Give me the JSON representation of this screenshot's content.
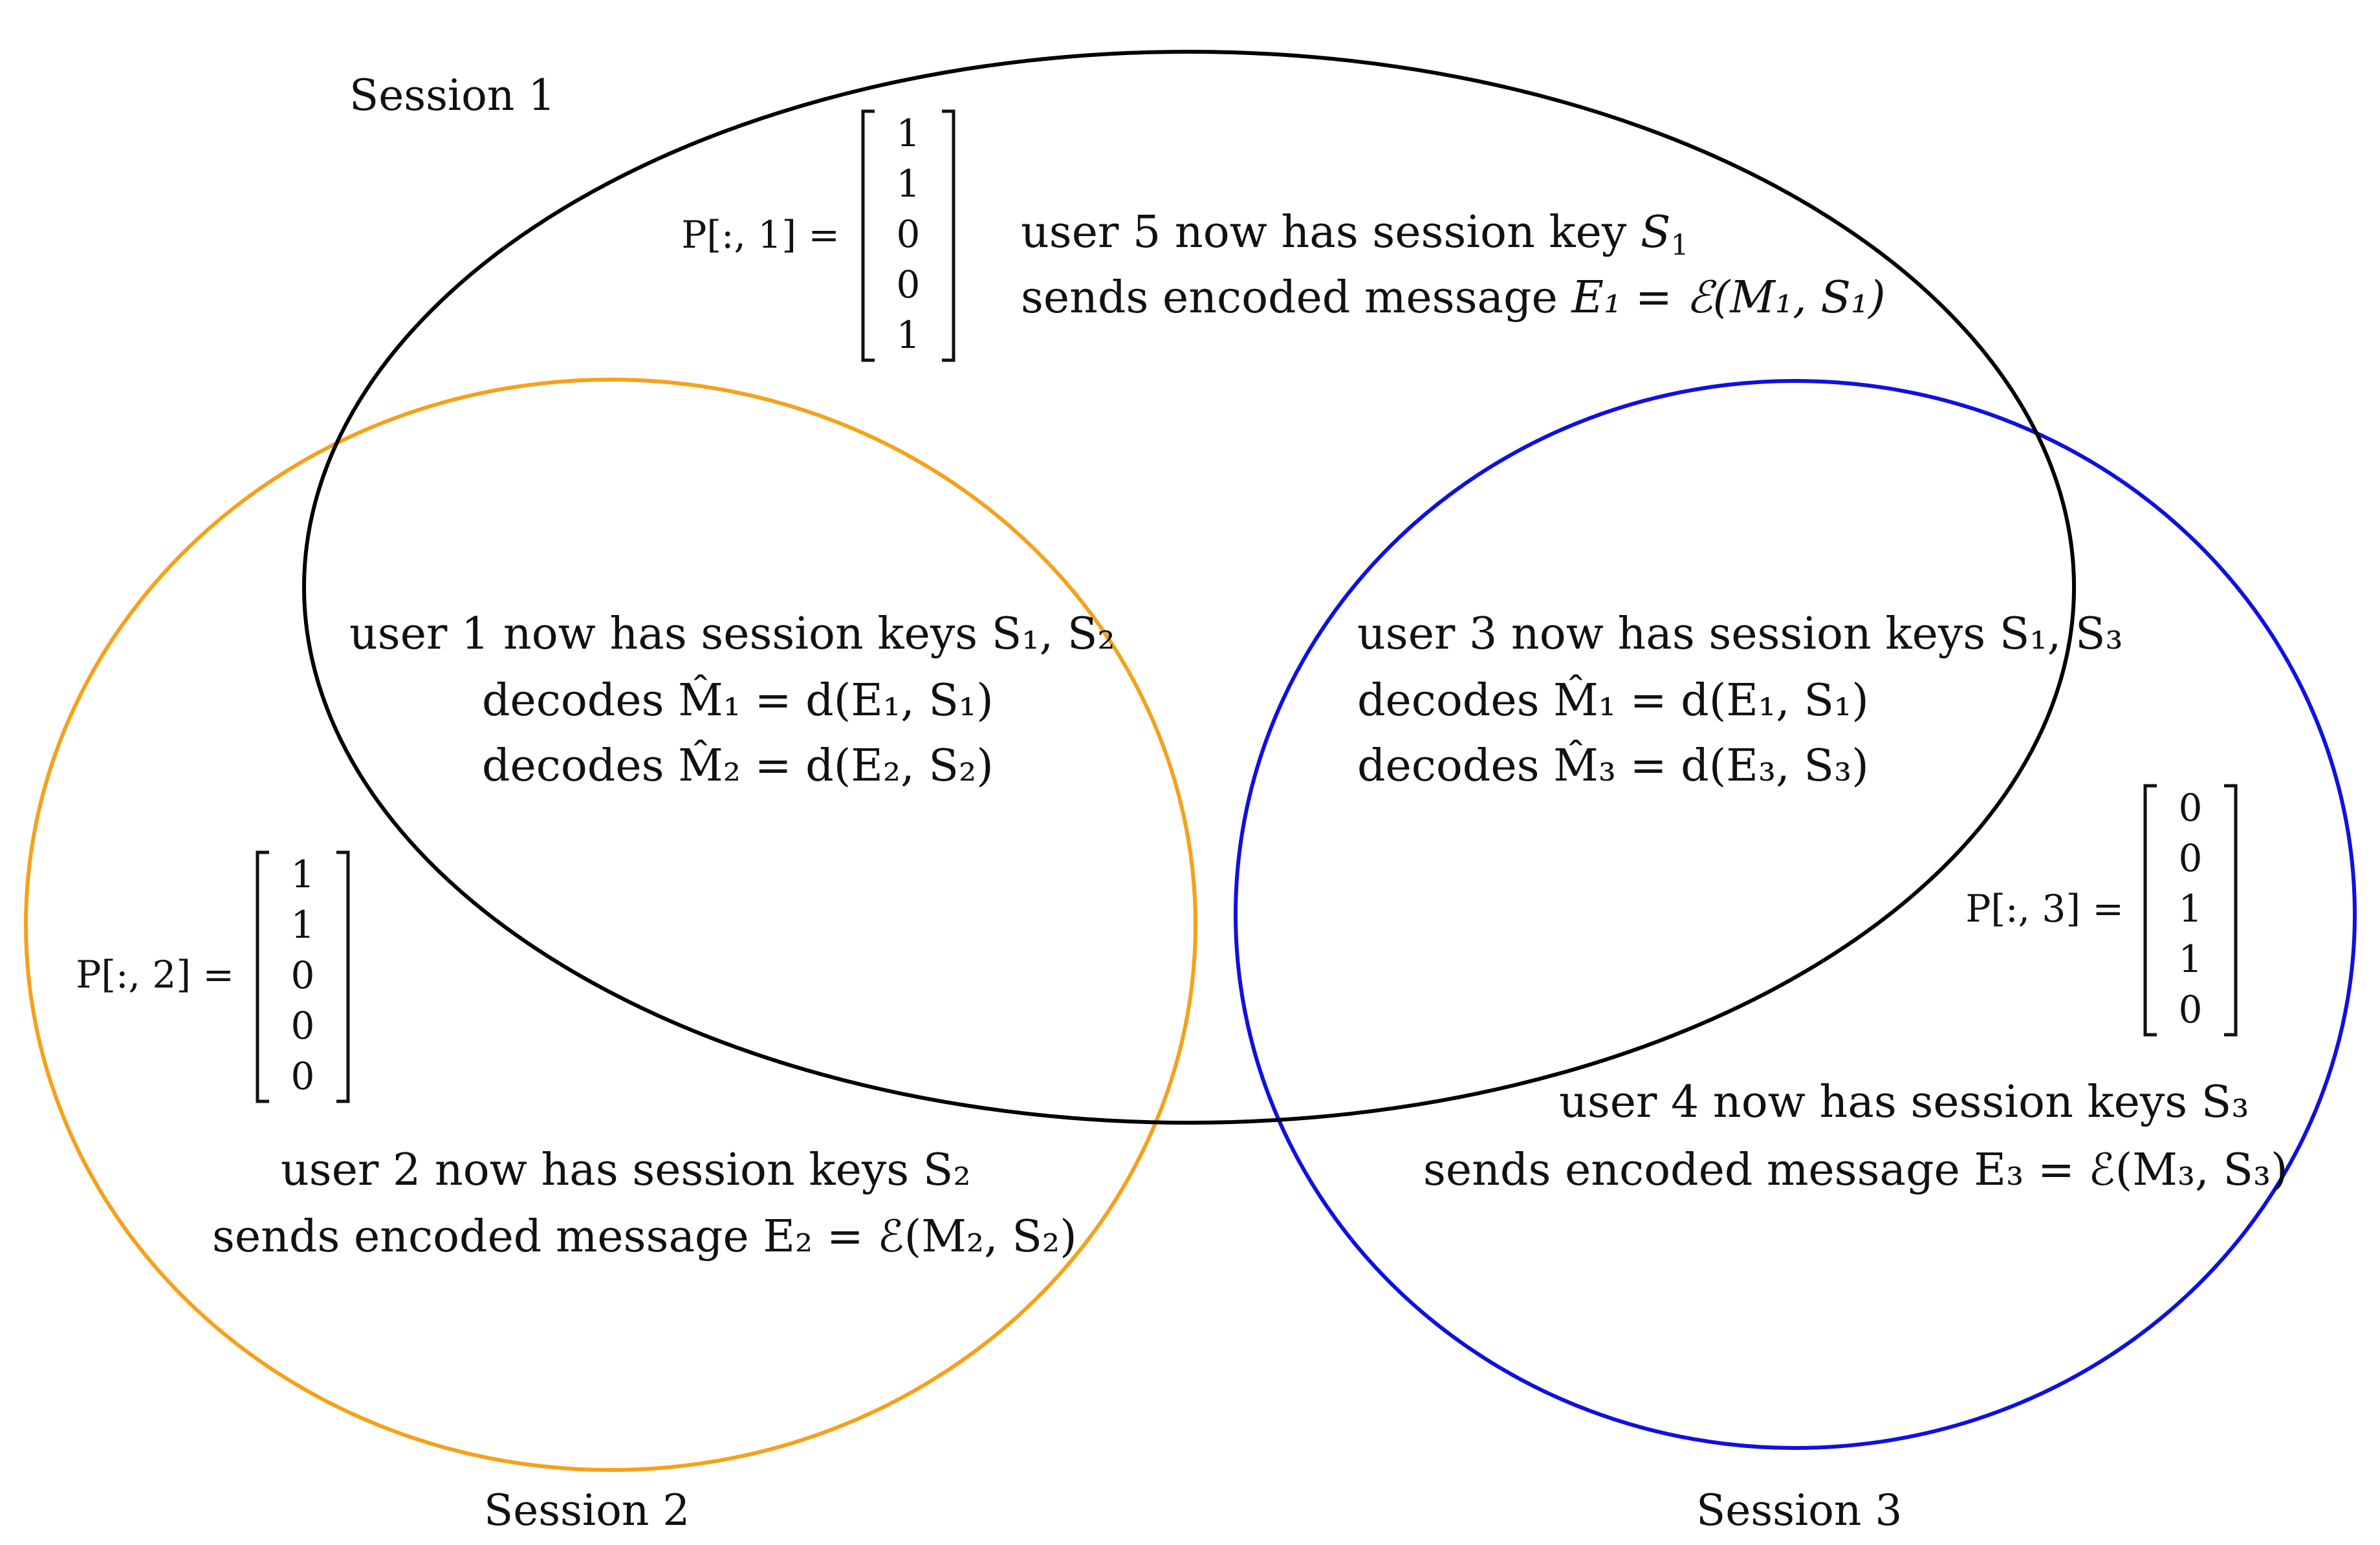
{
  "sessions": [
    {
      "label": "Session 1",
      "color": "#000000"
    },
    {
      "label": "Session 2",
      "color": "#f5a11a"
    },
    {
      "label": "Session 3",
      "color": "#1010e0"
    }
  ],
  "matrices": [
    {
      "label": "P[:, 1] =",
      "values": [
        "1",
        "1",
        "0",
        "0",
        "1"
      ]
    },
    {
      "label": "P[:, 2] =",
      "values": [
        "1",
        "1",
        "0",
        "0",
        "0"
      ]
    },
    {
      "label": "P[:, 3] =",
      "values": [
        "0",
        "0",
        "1",
        "1",
        "0"
      ]
    }
  ],
  "users": {
    "user5": {
      "line1": {
        "prefix": "user 5  now has session key ",
        "vars": [
          [
            "S",
            "1"
          ]
        ]
      },
      "line2": {
        "prefix": "sends encoded message ",
        "expr": "E₁ = ℰ(M₁, S₁)"
      }
    },
    "user1": {
      "line1": "user 1 now has session keys S₁, S₂",
      "line2": "decodes M̂₁ = d(E₁, S₁)",
      "line3": "decodes M̂₂ = d(E₂, S₂)"
    },
    "user3": {
      "line1": "user 3 now has session keys S₁, S₃",
      "line2": "decodes M̂₁ = d(E₁, S₁)",
      "line3": "decodes M̂₃ = d(E₃, S₃)"
    },
    "user2": {
      "line1": "user 2  now has session keys S₂",
      "line2": "sends encoded message E₂ = ℰ(M₂, S₂)"
    },
    "user4": {
      "line1": "user 4  now has session keys S₃",
      "line2": "sends encoded message E₃ = ℰ(M₃, S₃)"
    }
  }
}
